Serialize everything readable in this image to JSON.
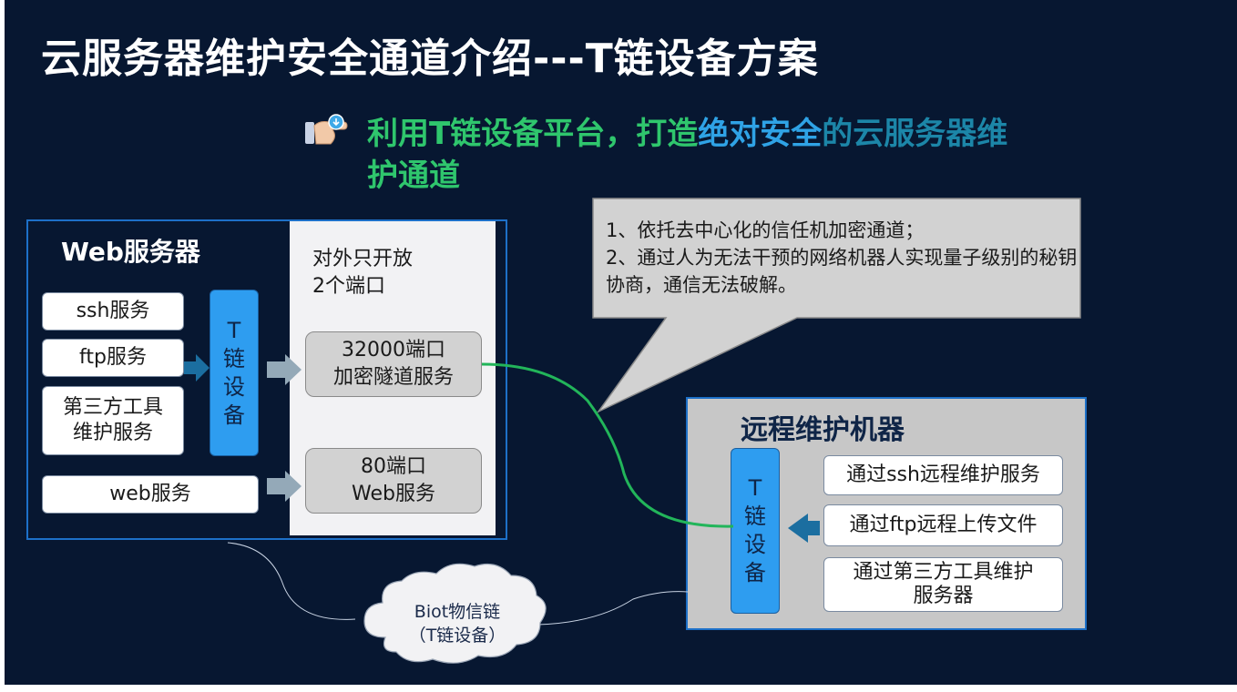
{
  "title": "云服务器维护安全通道介绍---T链设备方案",
  "subtitle": {
    "part1": "利用T链设备平台，打造",
    "part2": "绝对安全",
    "part3": "的云服务器维",
    "part4": "护通道"
  },
  "web_server": {
    "title": "Web服务器",
    "services": [
      "ssh服务",
      "ftp服务",
      "第三方工具\n维护服务",
      "web服务"
    ],
    "t_device": [
      "T",
      "链",
      "设",
      "备"
    ],
    "open_ports_label_line1": "对外只开放",
    "open_ports_label_line2": "2个端口",
    "port1_line1": "32000端口",
    "port1_line2": "加密隧道服务",
    "port2_line1": "80端口",
    "port2_line2": "Web服务"
  },
  "callout": {
    "line1": "1、依托去中心化的信任机加密通道；",
    "line2": "2、通过人为无法干预的网络机器人实现量子级别的秘钥协商，通信无法破解。"
  },
  "remote": {
    "title": "远程维护机器",
    "t_device": [
      "T",
      "链",
      "设",
      "备"
    ],
    "services": [
      "通过ssh远程维护服务",
      "通过ftp远程上传文件",
      "通过第三方工具维护\n服务器"
    ]
  },
  "cloud": {
    "line1": "Biot物信链",
    "line2": "（T链设备）"
  },
  "colors": {
    "background": "#071731",
    "title": "#ffffff",
    "subtitle_green": "#2fc66d",
    "subtitle_blue": "#2fa3e6",
    "subtitle_teal": "#1c86a8",
    "t_device": "#2e9df0",
    "frame_border": "#1d70c8",
    "link_line": "#22b55a"
  },
  "icons": [
    "hand-pointer-icon"
  ]
}
